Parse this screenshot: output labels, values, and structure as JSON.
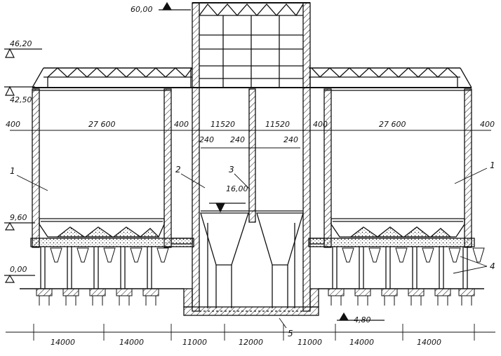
{
  "elevations": {
    "top": "60,00",
    "roof": "46,20",
    "cover": "42,50",
    "bunker_level": "16,00",
    "floor": "9,60",
    "ground": "0,00",
    "pit": "-4,80"
  },
  "top_dimensions": {
    "left_outer": "400",
    "left_span": "27 600",
    "left_inner": "400",
    "center_left": "11520",
    "center_right": "11520",
    "right_inner": "400",
    "right_span": "27 600",
    "right_outer": "400"
  },
  "wall_thicknesses": [
    "240",
    "240",
    "240"
  ],
  "bottom_dimensions": [
    "14000",
    "14000",
    "11000",
    "12000",
    "11000",
    "14000",
    "14000"
  ],
  "callouts": {
    "c1_left": "1",
    "c1_right": "1",
    "c2": "2",
    "c3": "3",
    "c4": "4",
    "c5": "5"
  }
}
